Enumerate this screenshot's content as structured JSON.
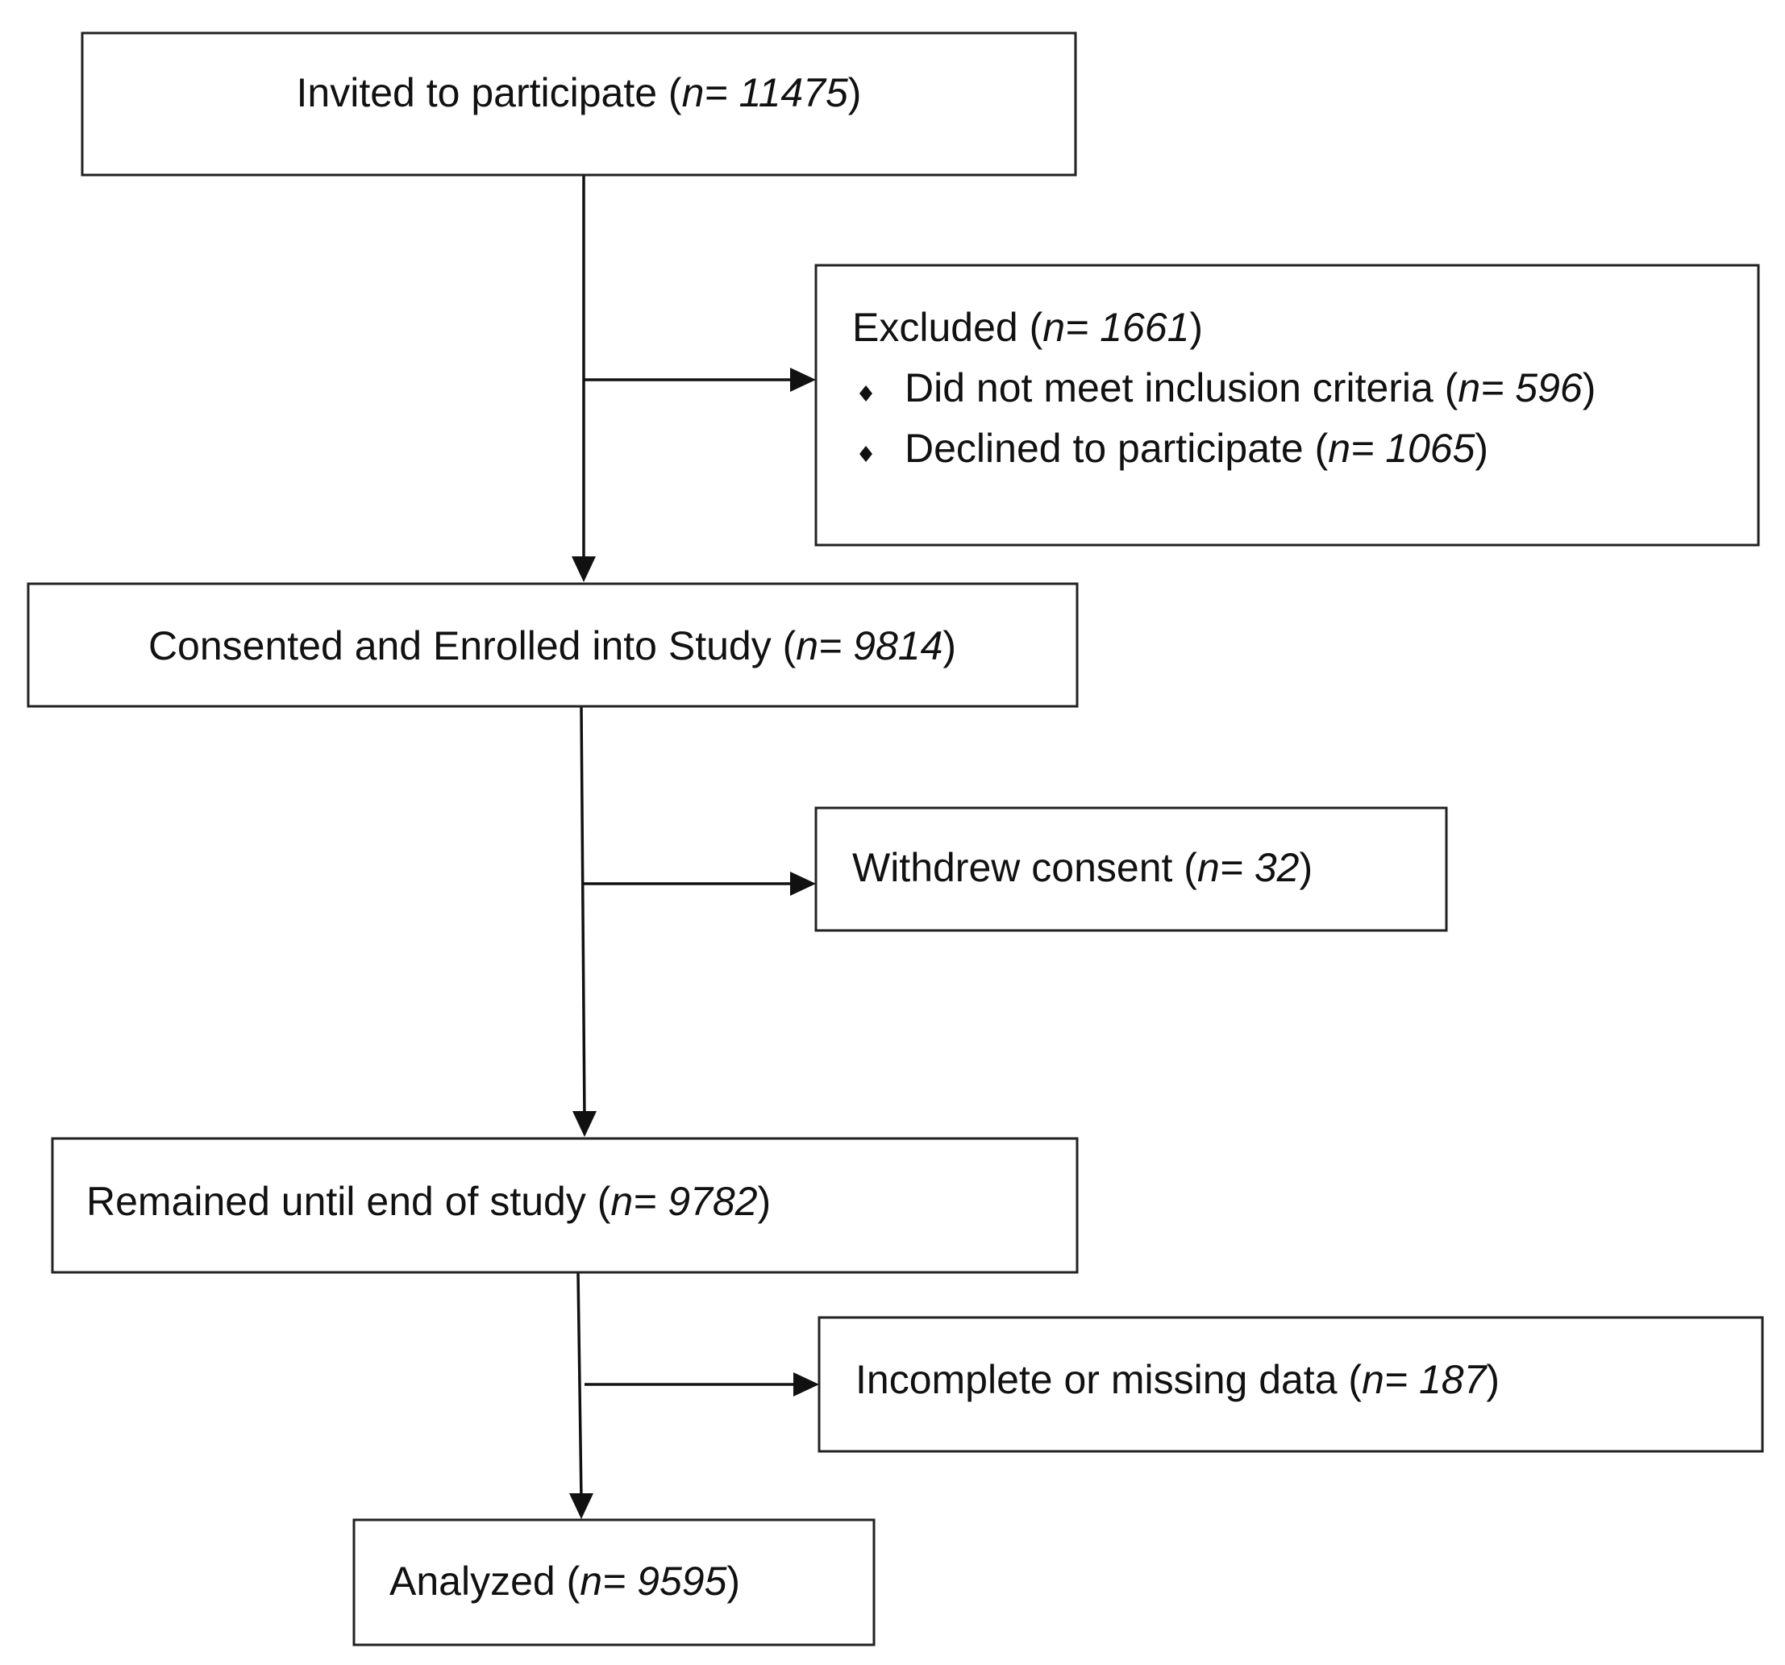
{
  "n_prefix": "n= ",
  "boxes": {
    "invited": {
      "label": "Invited to participate (",
      "n": "11475",
      "close": ")"
    },
    "excluded": {
      "label": "Excluded (",
      "n": "1661",
      "close": ")",
      "items": [
        {
          "label": "Did not meet inclusion criteria (",
          "n": "596",
          "close": ")"
        },
        {
          "label": "Declined to participate (",
          "n": "1065",
          "close": ")"
        }
      ],
      "bullet_icon": "diamond-bullet"
    },
    "consented": {
      "label": "Consented and Enrolled into Study (",
      "n": "9814",
      "close": ")"
    },
    "withdrew": {
      "label": "Withdrew consent (",
      "n": "32",
      "close": ")"
    },
    "remained": {
      "label": "Remained until end of study (",
      "n": "9782",
      "close": ")"
    },
    "incomplete": {
      "label": "Incomplete or missing data (",
      "n": "187",
      "close": ")"
    },
    "analyzed": {
      "label": "Analyzed (",
      "n": "9595",
      "close": ")"
    }
  }
}
